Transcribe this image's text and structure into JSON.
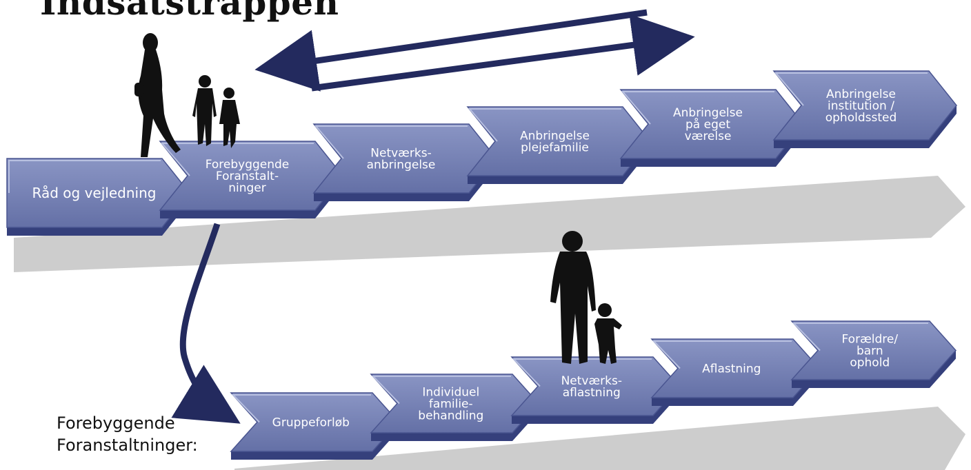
{
  "title": "Indsatstrappen",
  "colors": {
    "step_fill": "#7783b4",
    "step_dark": "#35407c",
    "step_text": "#ffffff",
    "arrow": "#232a5e",
    "shadow": "#c6c6c6",
    "figure": "#111111"
  },
  "upper_stair": {
    "steps": [
      {
        "lines": [
          "Råd og vejledning"
        ]
      },
      {
        "lines": [
          "Forebyggende",
          "Foranstalt-",
          "ninger"
        ]
      },
      {
        "lines": [
          "Netværks-",
          "anbringelse"
        ]
      },
      {
        "lines": [
          "Anbringelse",
          "plejefamilie"
        ]
      },
      {
        "lines": [
          "Anbringelse",
          "på eget",
          "værelse"
        ]
      },
      {
        "lines": [
          "Anbringelse",
          "institution /",
          "opholdssted"
        ]
      }
    ]
  },
  "lower_stair": {
    "label_lines": [
      "Forebyggende",
      "Foranstaltninger:"
    ],
    "steps": [
      {
        "lines": [
          "Gruppeforløb"
        ]
      },
      {
        "lines": [
          "Individuel",
          "familie-",
          "behandling"
        ]
      },
      {
        "lines": [
          "Netværks-",
          "aflastning"
        ]
      },
      {
        "lines": [
          "Aflastning"
        ]
      },
      {
        "lines": [
          "Forældre/",
          "barn",
          "ophold"
        ]
      }
    ]
  },
  "icons": [
    "double-arrow-icon",
    "curved-arrow-icon",
    "woman-silhouette-icon",
    "children-silhouette-icon",
    "father-child-silhouette-icon"
  ]
}
